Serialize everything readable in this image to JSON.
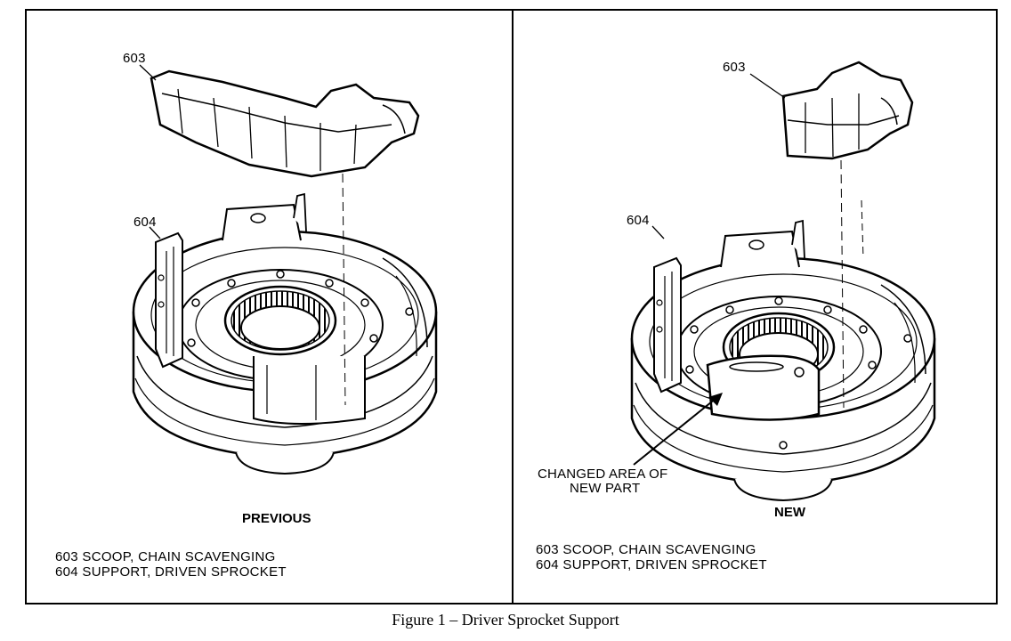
{
  "figure_caption": "Figure 1 – Driver Sprocket Support",
  "panels": [
    {
      "caption": "PREVIOUS",
      "callouts": {
        "scoop": "603",
        "support": "604"
      },
      "legend": [
        "603  SCOOP, CHAIN SCAVENGING",
        "604  SUPPORT, DRIVEN SPROCKET"
      ]
    },
    {
      "caption": "NEW",
      "callouts": {
        "scoop": "603",
        "support": "604"
      },
      "annotation": [
        "CHANGED AREA OF",
        "NEW PART"
      ],
      "legend": [
        "603  SCOOP, CHAIN SCAVENGING",
        "604  SUPPORT, DRIVEN SPROCKET"
      ]
    }
  ]
}
